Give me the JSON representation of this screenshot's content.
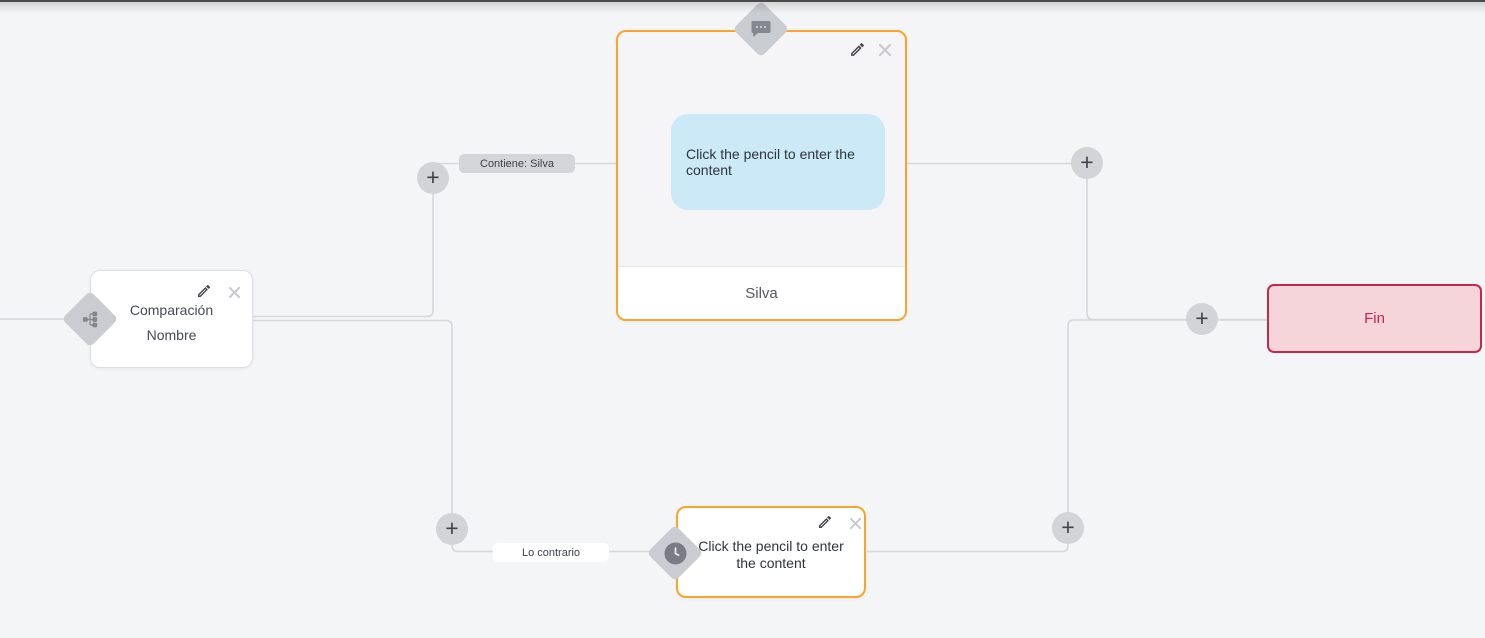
{
  "canvas": {
    "background_color": "#f4f5f7",
    "connector_color": "#d5d7da",
    "accent_orange": "#f9a42b",
    "accent_red": "#c2294a",
    "bubble_blue": "#cbe9f7",
    "end_node_pink": "#f5d4da"
  },
  "plus_button_label": "+",
  "edge_labels": {
    "contains": "Contiene: Silva",
    "otherwise": "Lo contrario"
  },
  "nodes": {
    "comparison": {
      "line1": "Comparación",
      "line2": "Nombre",
      "icon": "sitemap-icon"
    },
    "message": {
      "placeholder": "Click the pencil to enter the content",
      "footer": "Silva",
      "icon": "chat-bubble-icon"
    },
    "wait": {
      "placeholder": "Click the pencil to enter the content",
      "icon": "clock-icon"
    },
    "end": {
      "label": "Fin"
    }
  }
}
